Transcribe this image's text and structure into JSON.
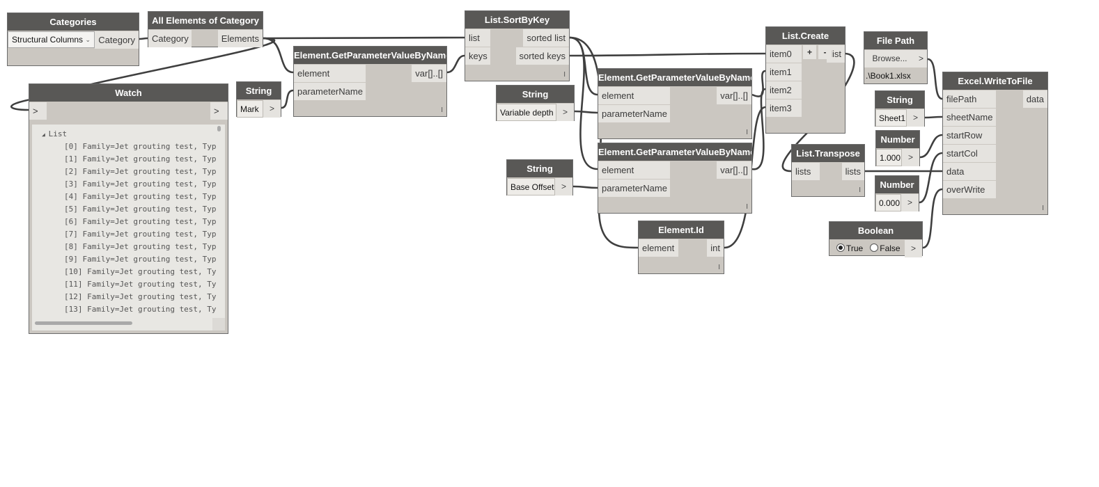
{
  "canvas": {
    "background": "#ffffff",
    "wire_color": "#3f3f3f",
    "header_color": "#595856",
    "body_color": "#cbc7c1"
  },
  "nodes": {
    "categories": {
      "title": "Categories",
      "dropdown_value": "Structural Columns",
      "outputs": [
        "Category"
      ]
    },
    "all_elements": {
      "title": "All Elements of Category",
      "inputs": [
        "Category"
      ],
      "outputs": [
        "Elements"
      ]
    },
    "watch": {
      "title": "Watch",
      "input": ">",
      "output": ">",
      "list_header": "List",
      "items": [
        "[0] Family=Jet grouting test, Typ",
        "[1] Family=Jet grouting test, Typ",
        "[2] Family=Jet grouting test, Typ",
        "[3] Family=Jet grouting test, Typ",
        "[4] Family=Jet grouting test, Typ",
        "[5] Family=Jet grouting test, Typ",
        "[6] Family=Jet grouting test, Typ",
        "[7] Family=Jet grouting test, Typ",
        "[8] Family=Jet grouting test, Typ",
        "[9] Family=Jet grouting test, Typ",
        "[10] Family=Jet grouting test, Ty",
        "[11] Family=Jet grouting test, Ty",
        "[12] Family=Jet grouting test, Ty",
        "[13] Family=Jet grouting test, Ty"
      ]
    },
    "string_mark": {
      "title": "String",
      "value": "Mark",
      "output": ">"
    },
    "get_param_1": {
      "title": "Element.GetParameterValueByName",
      "inputs": [
        "element",
        "parameterName"
      ],
      "outputs": [
        "var[]..[]"
      ],
      "lacing": "I"
    },
    "sort_by_key": {
      "title": "List.SortByKey",
      "inputs": [
        "list",
        "keys"
      ],
      "outputs": [
        "sorted list",
        "sorted keys"
      ],
      "lacing": "I"
    },
    "string_depth": {
      "title": "String",
      "value": "Variable depth",
      "output": ">"
    },
    "get_param_2": {
      "title": "Element.GetParameterValueByName",
      "inputs": [
        "element",
        "parameterName"
      ],
      "outputs": [
        "var[]..[]"
      ],
      "lacing": "I"
    },
    "string_offset": {
      "title": "String",
      "value": "Base Offset",
      "output": ">"
    },
    "get_param_3": {
      "title": "Element.GetParameterValueByName",
      "inputs": [
        "element",
        "parameterName"
      ],
      "outputs": [
        "var[]..[]"
      ],
      "lacing": "I"
    },
    "element_id": {
      "title": "Element.Id",
      "inputs": [
        "element"
      ],
      "outputs": [
        "int"
      ],
      "lacing": "I"
    },
    "list_create": {
      "title": "List.Create",
      "inputs": [
        "item0",
        "item1",
        "item2",
        "item3"
      ],
      "outputs": [
        "list"
      ],
      "add_label": "+",
      "remove_label": "-"
    },
    "list_transpose": {
      "title": "List.Transpose",
      "inputs": [
        "lists"
      ],
      "outputs": [
        "lists"
      ],
      "lacing": "I"
    },
    "file_path": {
      "title": "File Path",
      "browse_label": "Browse...",
      "output": ">",
      "path": ".\\Book1.xlsx"
    },
    "string_sheet": {
      "title": "String",
      "value": "Sheet1",
      "output": ">"
    },
    "number_row": {
      "title": "Number",
      "value": "1.000",
      "output": ">"
    },
    "number_col": {
      "title": "Number",
      "value": "0.000",
      "output": ">"
    },
    "boolean": {
      "title": "Boolean",
      "true_label": "True",
      "false_label": "False",
      "selected": "True",
      "output": ">"
    },
    "excel_write": {
      "title": "Excel.WriteToFile",
      "inputs": [
        "filePath",
        "sheetName",
        "startRow",
        "startCol",
        "data",
        "overWrite"
      ],
      "outputs": [
        "data"
      ],
      "lacing": "I"
    }
  }
}
